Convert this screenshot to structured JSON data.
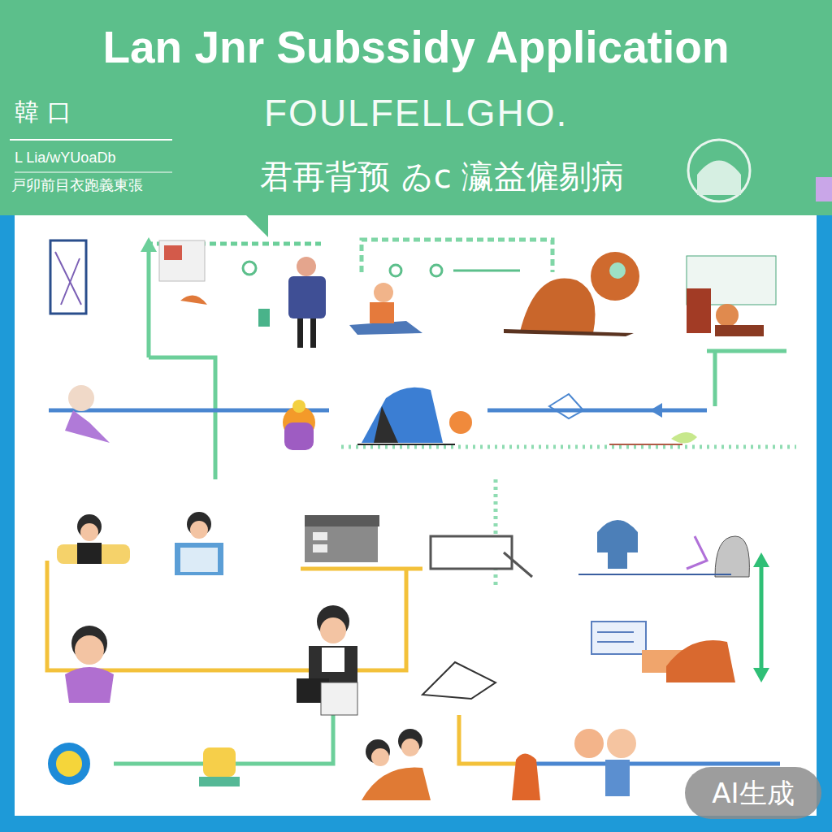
{
  "diagram": {
    "title": "Lan Jnr Subssidy Application",
    "labels": [
      "FOULFELLGHO.",
      "君再背预 ゐc 瀛益僱剔病",
      "韓 口",
      "L Lia/wYUoaDb",
      "戸卯前目衣跑義東張",
      "AI生成"
    ]
  }
}
